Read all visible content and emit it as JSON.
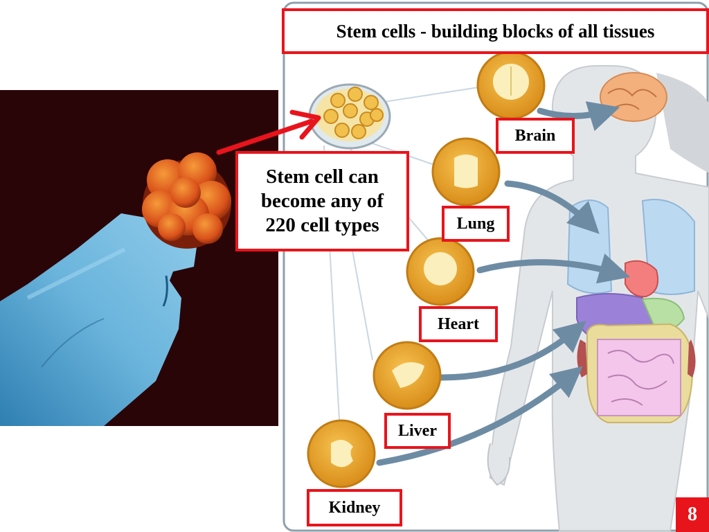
{
  "title": "Stem cells - building blocks of all tissues",
  "callout": "Stem cell can become any of 220 cell types",
  "labels": {
    "brain": "Brain",
    "lung": "Lung",
    "heart": "Heart",
    "liver": "Liver",
    "kidney": "Kidney"
  },
  "page_number": "8",
  "icons": [
    "embryo-micrograph",
    "petri-dish-icon",
    "stem-cell-icon",
    "human-body-outline"
  ],
  "colors": {
    "accent_red": "#e8141c",
    "cell_gold": "#e8a528",
    "photo_background": "#2a0508",
    "pipette_blue": "#3f95c4",
    "arrow_blue": "#6d8ca4"
  }
}
